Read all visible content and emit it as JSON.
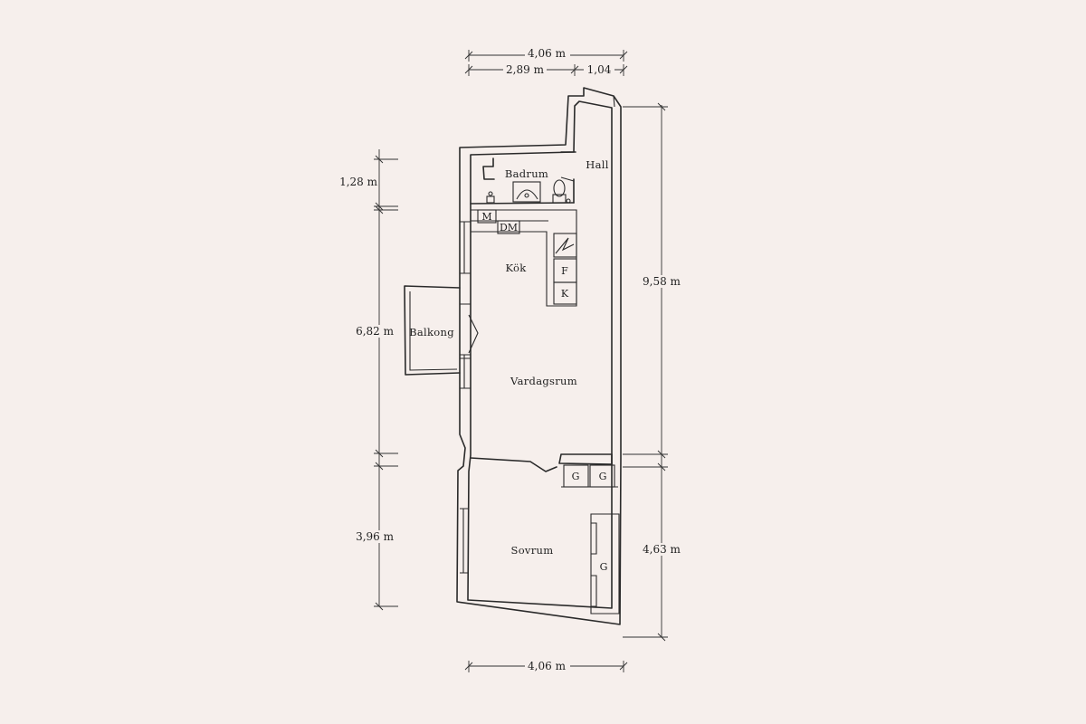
{
  "dimensions": {
    "top_total": "4,06 m",
    "top_left": "2,89 m",
    "top_right": "1,04",
    "left_top": "1,28 m",
    "left_mid": "6,82 m",
    "left_bottom": "3,96 m",
    "right_top": "9,58 m",
    "right_bottom": "4,63 m",
    "bottom_total": "4,06 m"
  },
  "rooms": {
    "hall": "Hall",
    "badrum": "Badrum",
    "kok": "Kök",
    "balkong": "Balkong",
    "vardagsrum": "Vardagsrum",
    "sovrum": "Sovrum"
  },
  "fixtures": {
    "m": "M",
    "dm": "DM",
    "f": "F",
    "k": "K",
    "g1": "G",
    "g2": "G",
    "g3": "G"
  }
}
